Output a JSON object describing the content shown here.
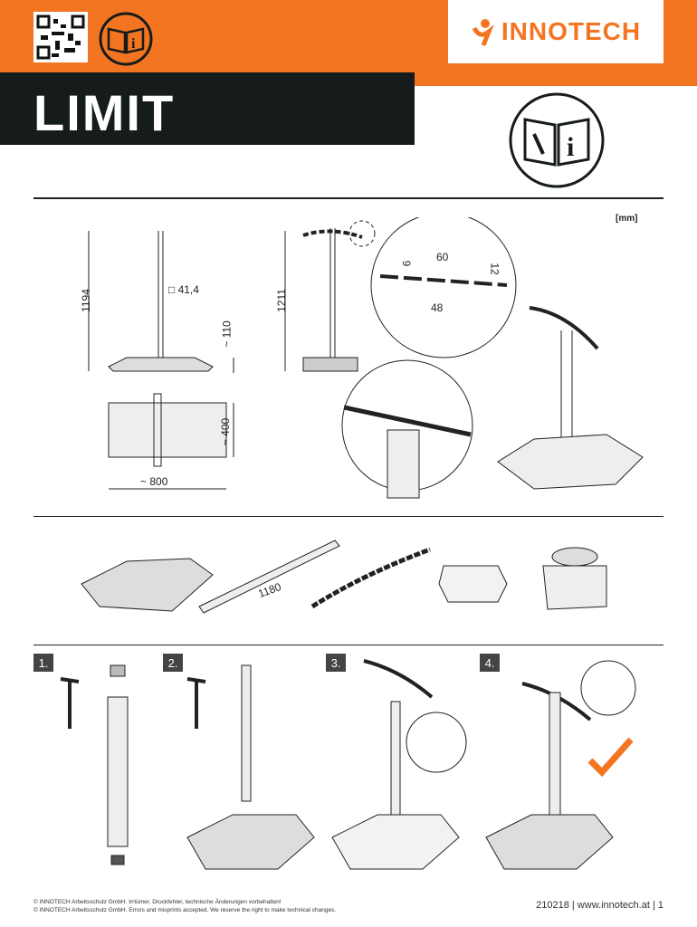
{
  "header": {
    "brand": "INNOTECH",
    "title": "LIMIT"
  },
  "units": "[mm]",
  "dimensions": {
    "height_post": "1194",
    "post_section": "□ 41,4",
    "base_height": "~ 110",
    "height_total": "1211",
    "chain_link_width": "6",
    "chain_link_length": "60",
    "chain_height": "12",
    "chain_inner": "48",
    "base_depth": "~ 400",
    "base_width": "~ 800",
    "rail_length": "1180"
  },
  "steps": [
    "1.",
    "2.",
    "3.",
    "4."
  ],
  "footer": {
    "line_de": "© INNOTECH Arbeitsschutz GmbH. Irrtümer, Druckfehler, technische Änderungen vorbehalten!",
    "line_en": "© INNOTECH Arbeitsschutz GmbH. Errors and misprints accepted. We reserve the right to make technical changes.",
    "doc_info": "210218 | www.innotech.at | 1"
  },
  "colors": {
    "brand": "#f47521",
    "dark": "#161b1b",
    "check": "#f47521"
  }
}
